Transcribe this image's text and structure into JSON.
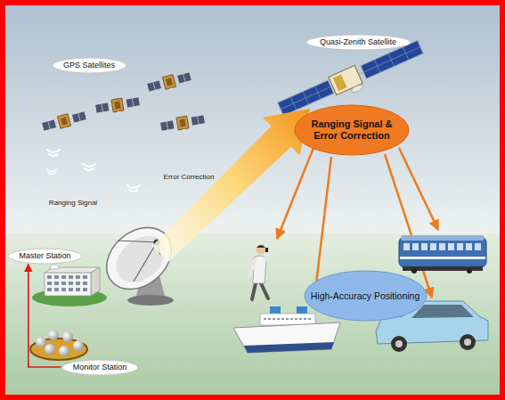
{
  "diagram": {
    "nodes": [
      {
        "text": [
          "GPS Satellites"
        ]
      },
      {
        "text": [
          "Quasi-Zenith Satellite"
        ]
      },
      {
        "text": [
          "Ranging Signal & Error Correction"
        ]
      },
      {
        "text": [
          "Master Station"
        ]
      },
      {
        "text": [
          "High-Accuracy Positioning"
        ]
      },
      {
        "text": [
          "Monitor Station"
        ]
      }
    ],
    "edges": [
      {
        "from": 5,
        "to": 3,
        "arrow": "to"
      }
    ],
    "labels": [
      "Ranging Signal",
      "Error Correction"
    ]
  }
}
